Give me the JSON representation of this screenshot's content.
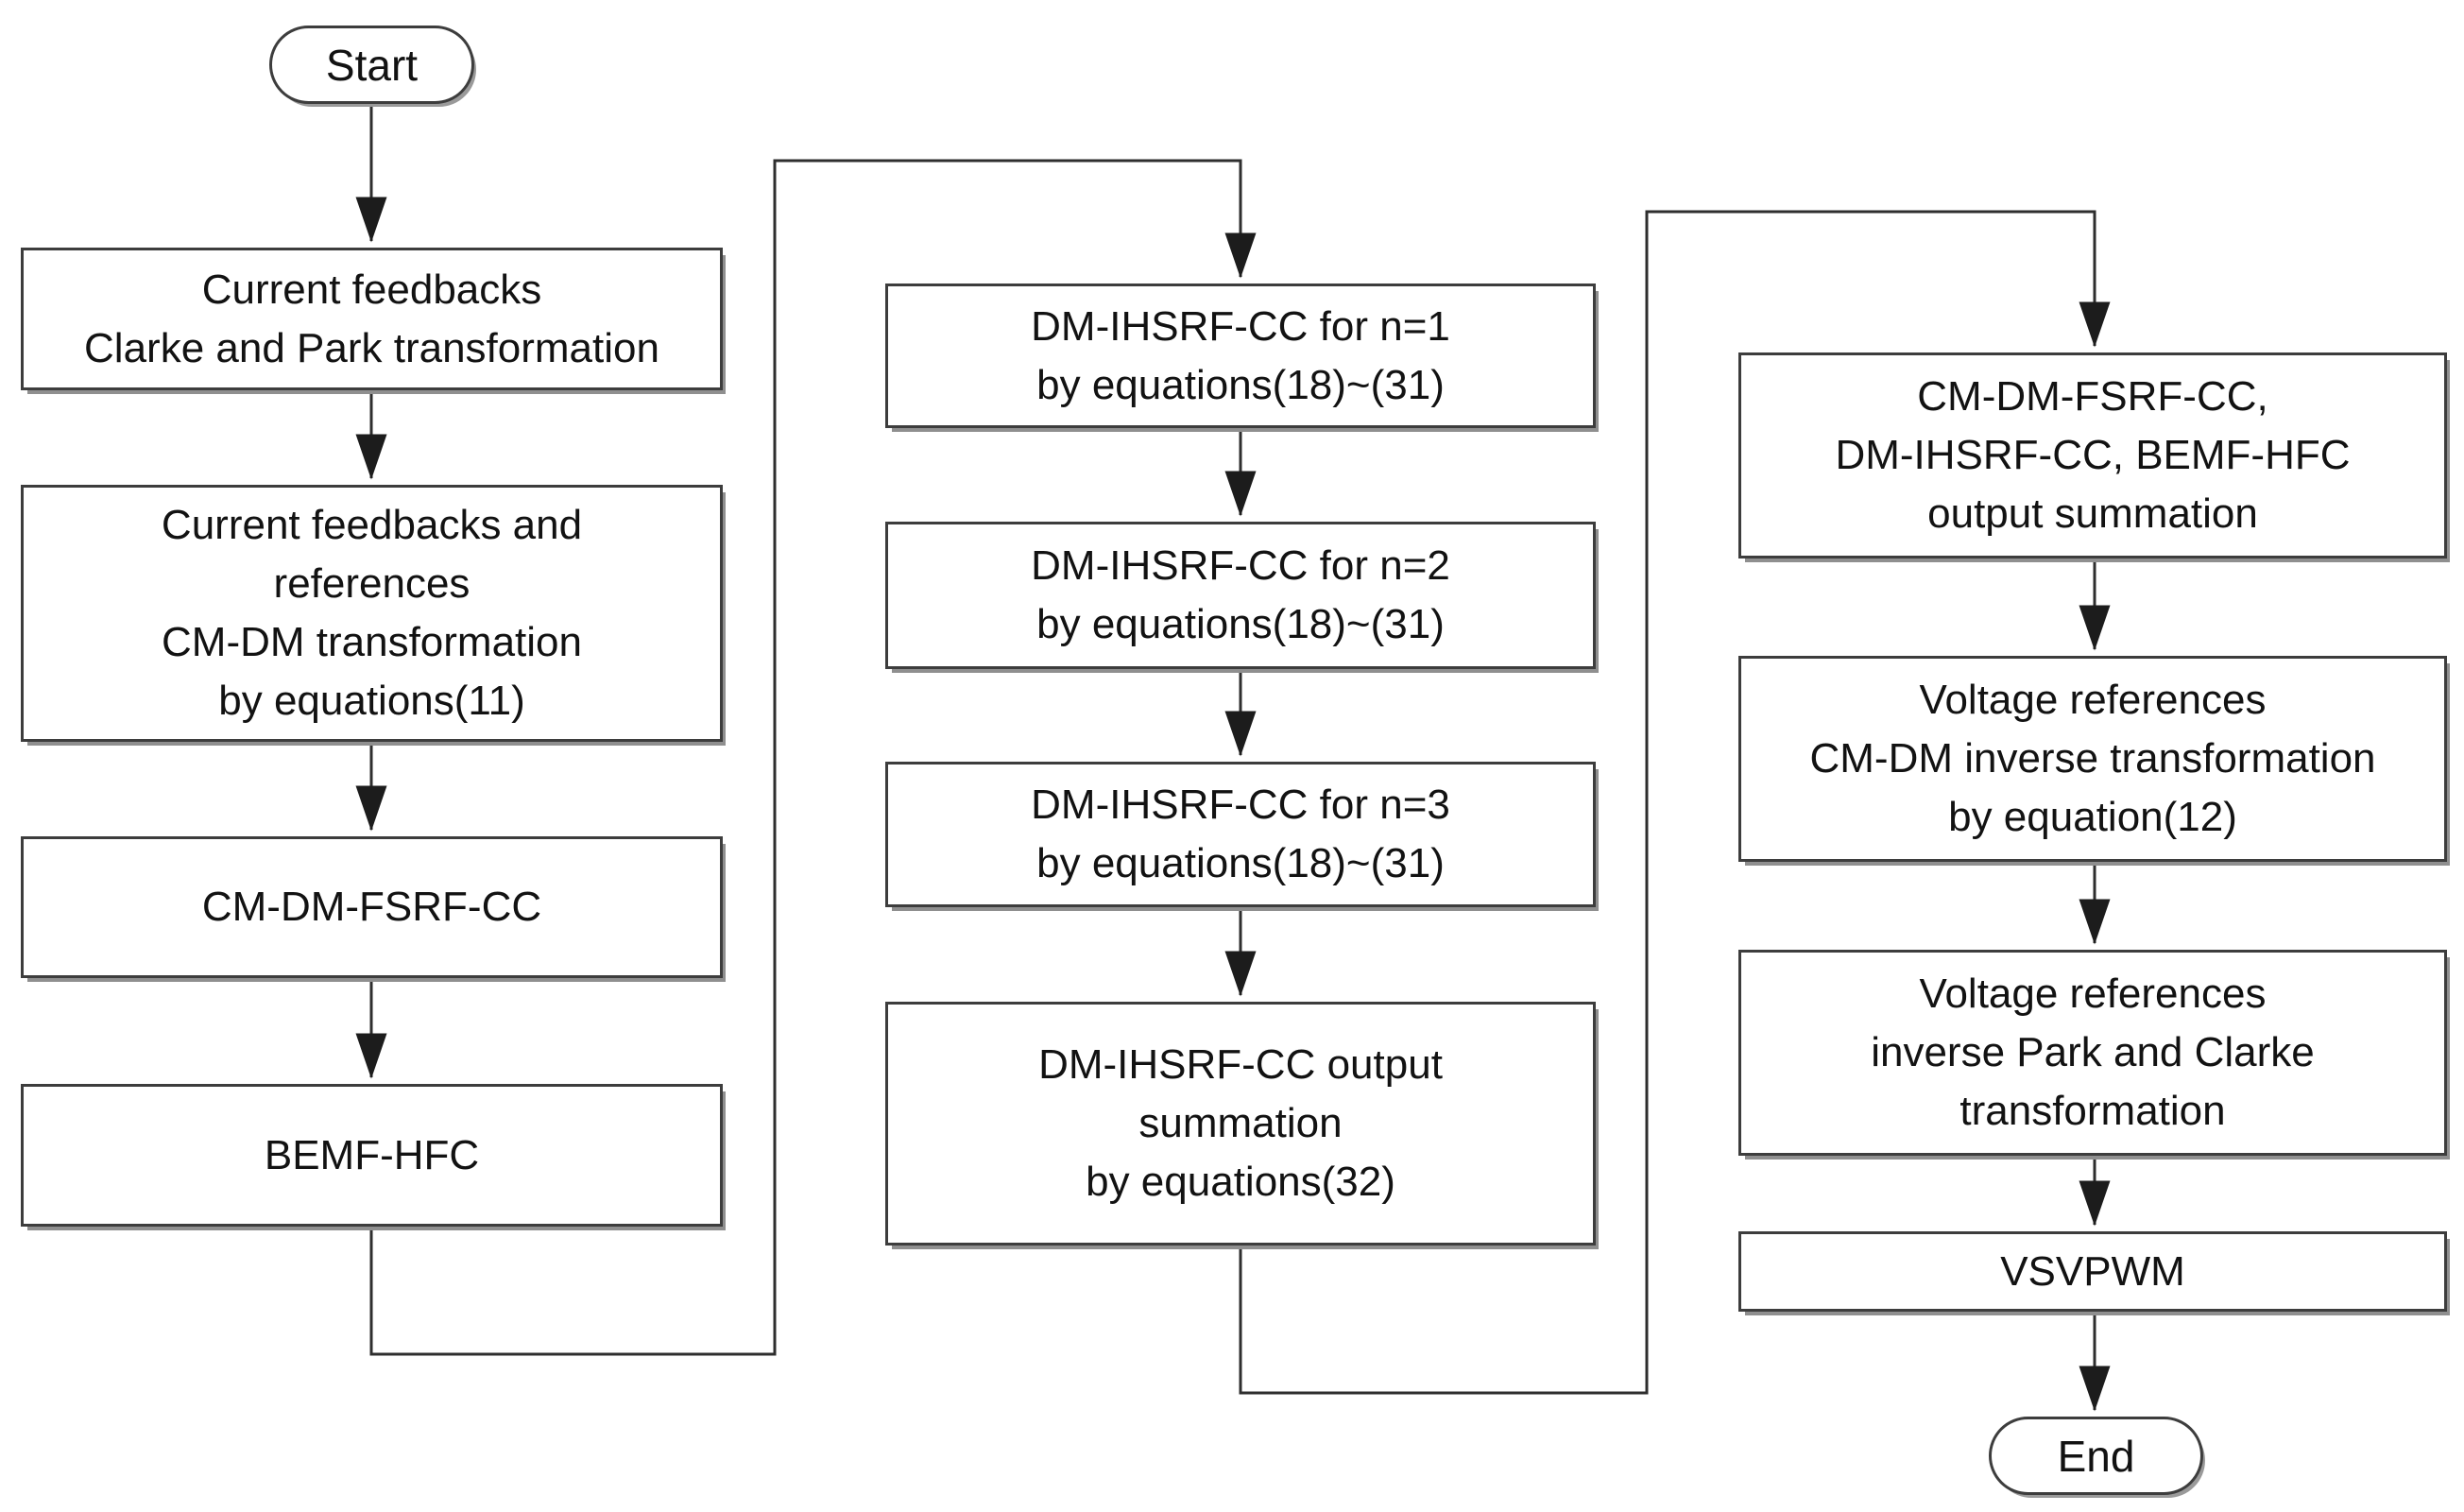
{
  "diagram": {
    "type": "flowchart",
    "background_color": "#ffffff",
    "line_color": "#2e2e2e",
    "text_color": "#121212",
    "nodes": {
      "start": {
        "shape": "terminator",
        "label": "Start"
      },
      "l1": {
        "shape": "process",
        "lines": [
          "Current feedbacks",
          "Clarke and Park transformation"
        ]
      },
      "l2": {
        "shape": "process",
        "lines": [
          "Current feedbacks and",
          "references",
          "CM-DM transformation",
          "by equations(11)"
        ]
      },
      "l3": {
        "shape": "process",
        "lines": [
          "CM-DM-FSRF-CC"
        ]
      },
      "l4": {
        "shape": "process",
        "lines": [
          "BEMF-HFC"
        ]
      },
      "m1": {
        "shape": "process",
        "lines": [
          "DM-IHSRF-CC for n=1",
          "by equations(18)~(31)"
        ]
      },
      "m2": {
        "shape": "process",
        "lines": [
          "DM-IHSRF-CC for n=2",
          "by equations(18)~(31)"
        ]
      },
      "m3": {
        "shape": "process",
        "lines": [
          "DM-IHSRF-CC for n=3",
          "by equations(18)~(31)"
        ]
      },
      "m4": {
        "shape": "process",
        "lines": [
          "DM-IHSRF-CC output",
          "summation",
          "by equations(32)"
        ]
      },
      "r1": {
        "shape": "process",
        "lines": [
          "CM-DM-FSRF-CC,",
          "DM-IHSRF-CC, BEMF-HFC",
          "output summation"
        ]
      },
      "r2": {
        "shape": "process",
        "lines": [
          "Voltage references",
          "CM-DM inverse transformation",
          "by equation(12)"
        ]
      },
      "r3": {
        "shape": "process",
        "lines": [
          "Voltage references",
          "inverse Park and Clarke",
          "transformation"
        ]
      },
      "r4": {
        "shape": "process",
        "lines": [
          "VSVPWM"
        ]
      },
      "end": {
        "shape": "terminator",
        "label": "End"
      }
    },
    "edges": [
      {
        "from": "start",
        "to": "l1"
      },
      {
        "from": "l1",
        "to": "l2"
      },
      {
        "from": "l2",
        "to": "l3"
      },
      {
        "from": "l3",
        "to": "l4"
      },
      {
        "from": "l4",
        "to": "m1"
      },
      {
        "from": "m1",
        "to": "m2"
      },
      {
        "from": "m2",
        "to": "m3"
      },
      {
        "from": "m3",
        "to": "m4"
      },
      {
        "from": "m4",
        "to": "r1"
      },
      {
        "from": "r1",
        "to": "r2"
      },
      {
        "from": "r2",
        "to": "r3"
      },
      {
        "from": "r3",
        "to": "r4"
      },
      {
        "from": "r4",
        "to": "end"
      }
    ]
  }
}
